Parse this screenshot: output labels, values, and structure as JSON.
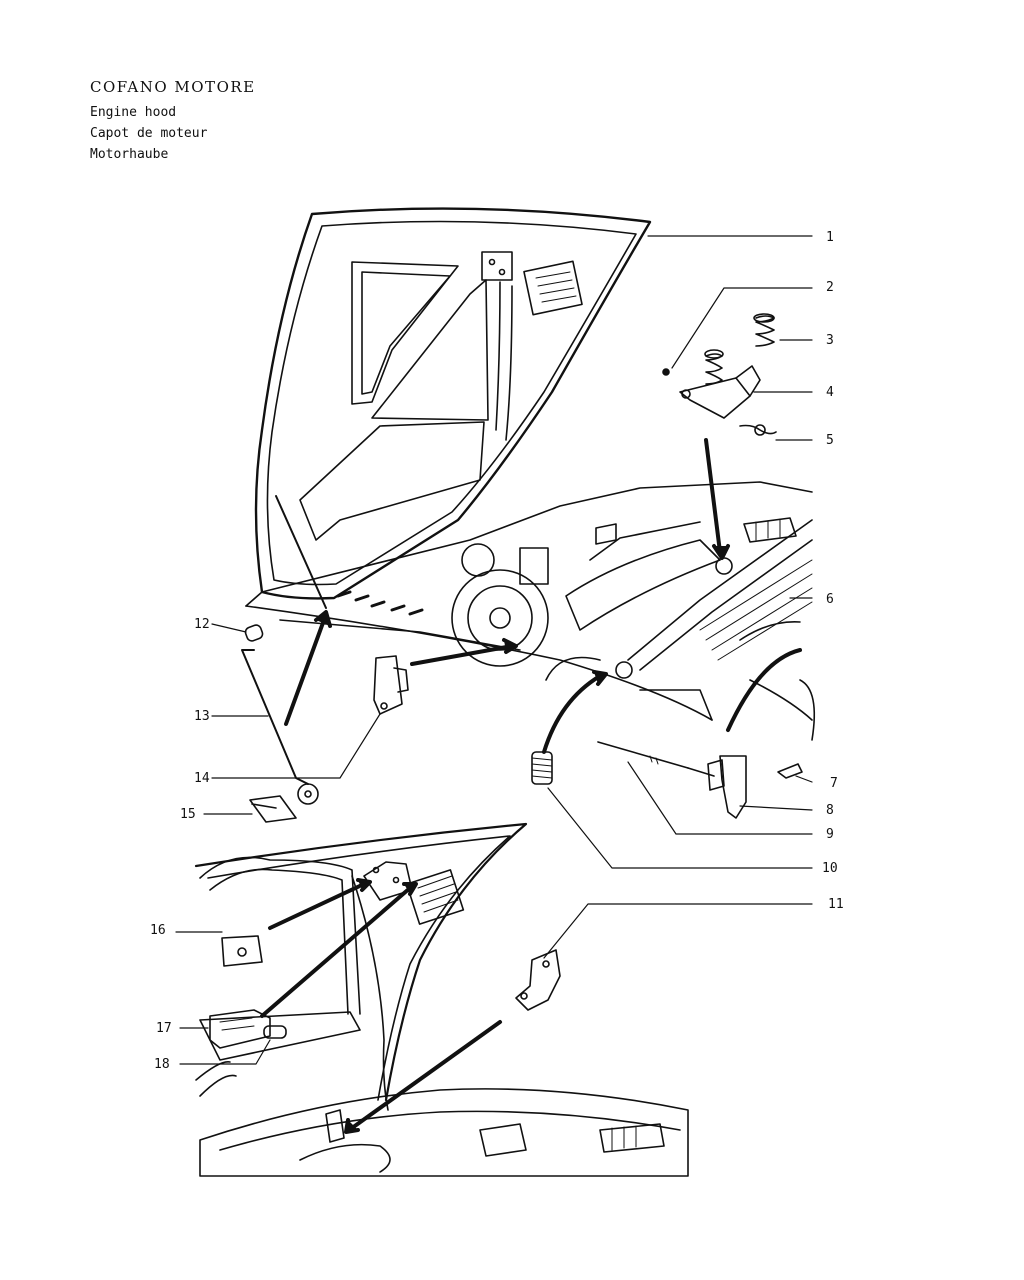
{
  "title": {
    "main": "COFANO MOTORE",
    "en": "Engine hood",
    "fr": "Capot de moteur",
    "de": "Motorhaube"
  },
  "callouts": [
    "1",
    "2",
    "3",
    "4",
    "5",
    "6",
    "7",
    "8",
    "9",
    "10",
    "11",
    "12",
    "13",
    "14",
    "15",
    "16",
    "17",
    "18"
  ]
}
